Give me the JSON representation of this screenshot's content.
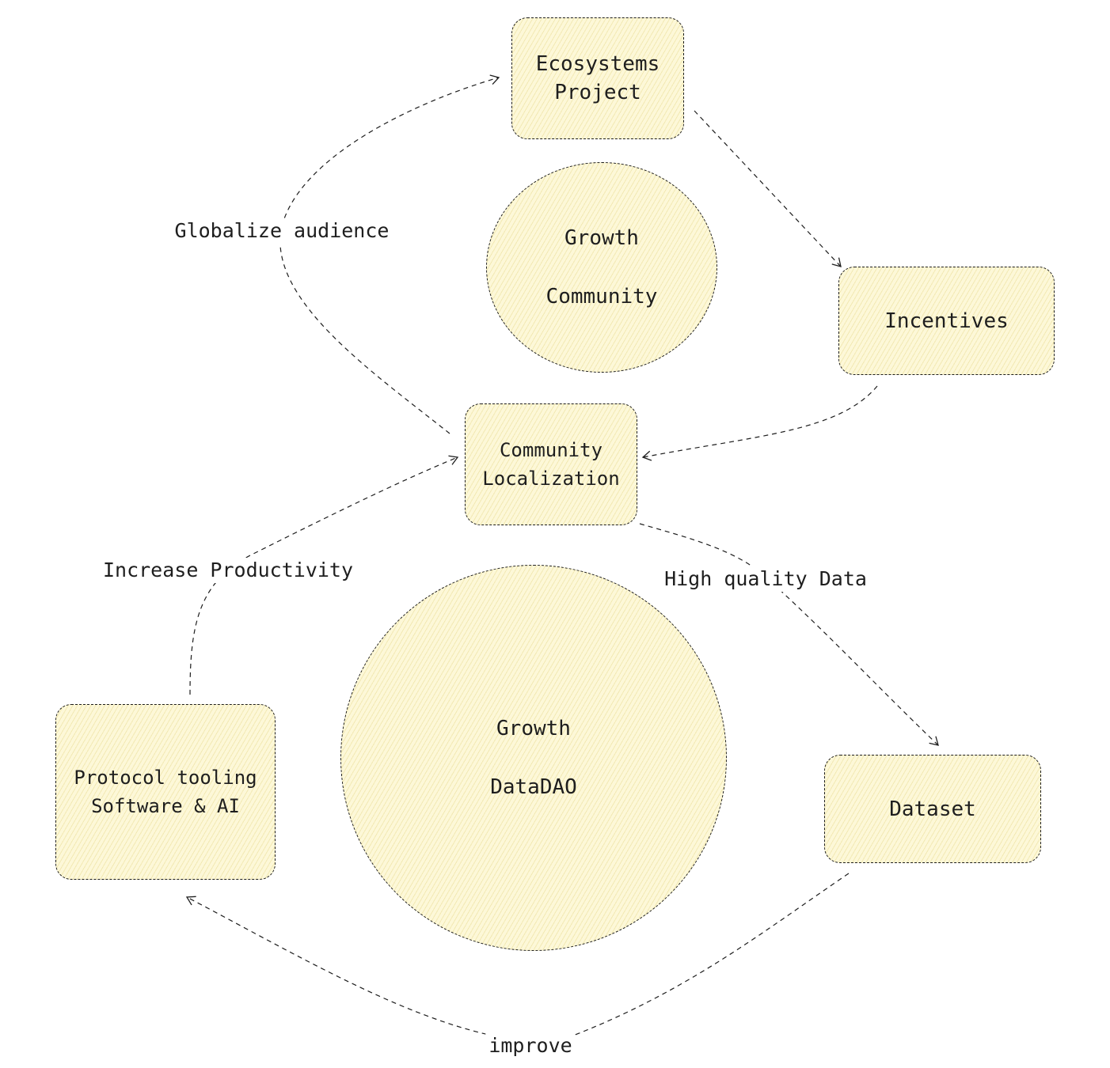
{
  "nodes": {
    "ecosystems_project": [
      "Ecosystems",
      "Project"
    ],
    "incentives": [
      "Incentives"
    ],
    "community_localization": [
      "Community",
      "Localization"
    ],
    "dataset": [
      "Dataset"
    ],
    "protocol_tooling": [
      "Protocol tooling",
      "Software & AI"
    ],
    "growth_community": [
      "Growth",
      "Community"
    ],
    "growth_datadao": [
      "Growth",
      "DataDAO"
    ]
  },
  "edge_labels": {
    "globalize_audience": "Globalize audience",
    "increase_productivity": "Increase Productivity",
    "high_quality_data": "High quality Data",
    "improve": "improve"
  },
  "colors": {
    "node_fill": "#fdf8d8",
    "stroke": "#1e1e1e"
  }
}
